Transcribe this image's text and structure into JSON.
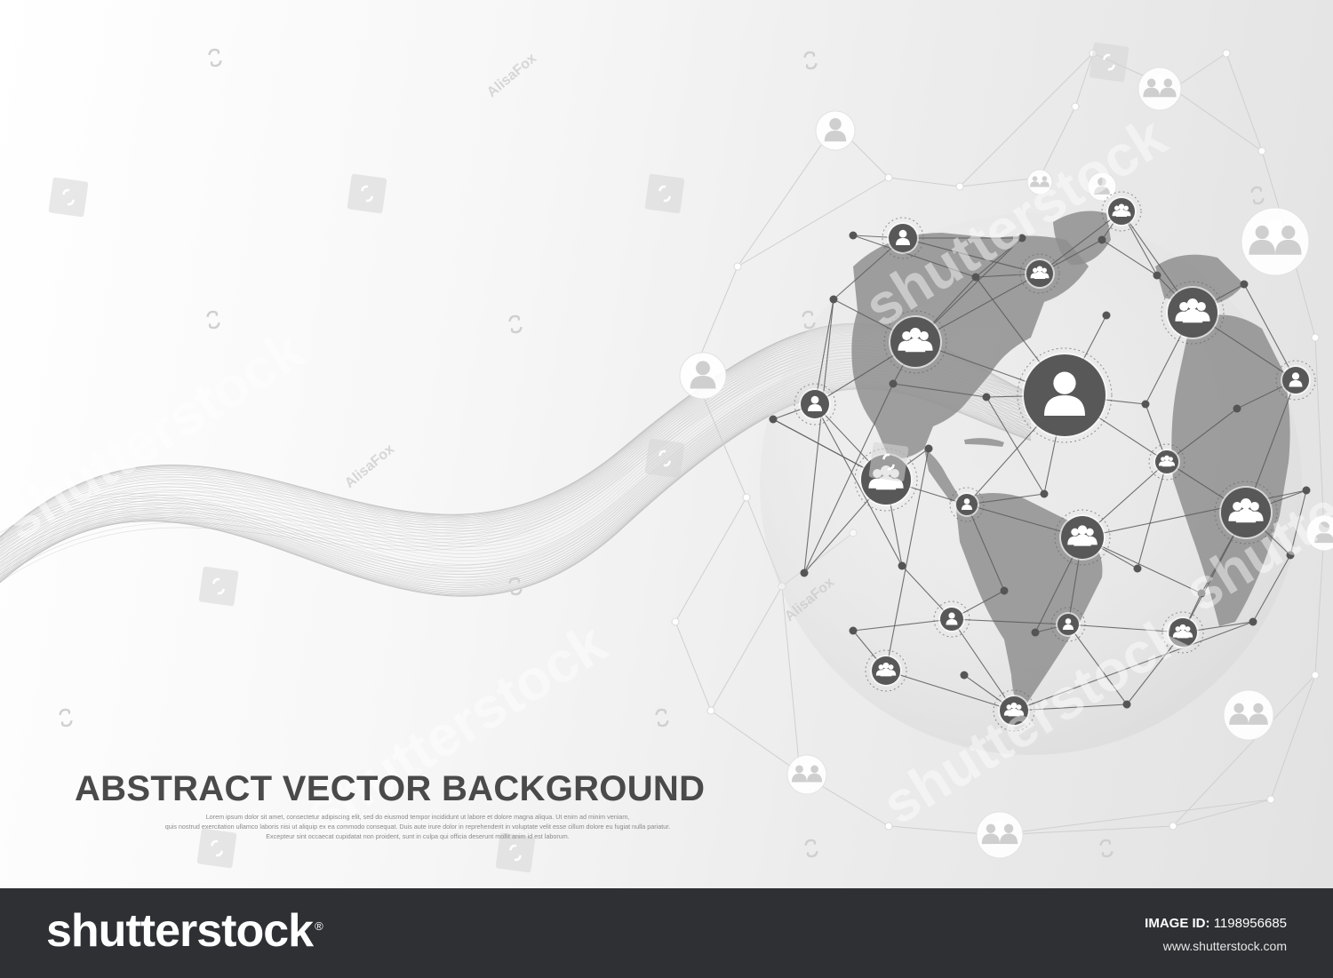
{
  "headline": "ABSTRACT VECTOR BACKGROUND",
  "lorem_lines": [
    "Lorem ipsum dolor sit amet, consectetur adipiscing elit, sed do eiusmod tempor incididunt ut labore et dolore magna aliqua. Ut enim ad minim veniam,",
    "quis nostrud exercitation ullamco laboris nisi ut aliquip ex ea commodo consequat. Duis aute irure dolor in reprehenderit in voluptate velit esse cillum dolore eu fugiat nulla pariatur.",
    "Excepteur sint occaecat cupidatat non proident, sunt in culpa qui officia deserunt mollit anim id est laborum."
  ],
  "footer": {
    "brand": "shutterstock",
    "reg_mark": "®",
    "image_id_label": "IMAGE ID:",
    "image_id": "1198956685",
    "site": "www.shutterstock.com"
  },
  "watermarks": {
    "brand": "shutterstock",
    "author": "AlisaFox"
  },
  "colors": {
    "node_dark": "#5b5b5b",
    "continent": "#8e8e8e",
    "line": "#555555",
    "footer_bg": "#2e3034"
  },
  "icons": [
    "person-icon",
    "group-icon"
  ]
}
